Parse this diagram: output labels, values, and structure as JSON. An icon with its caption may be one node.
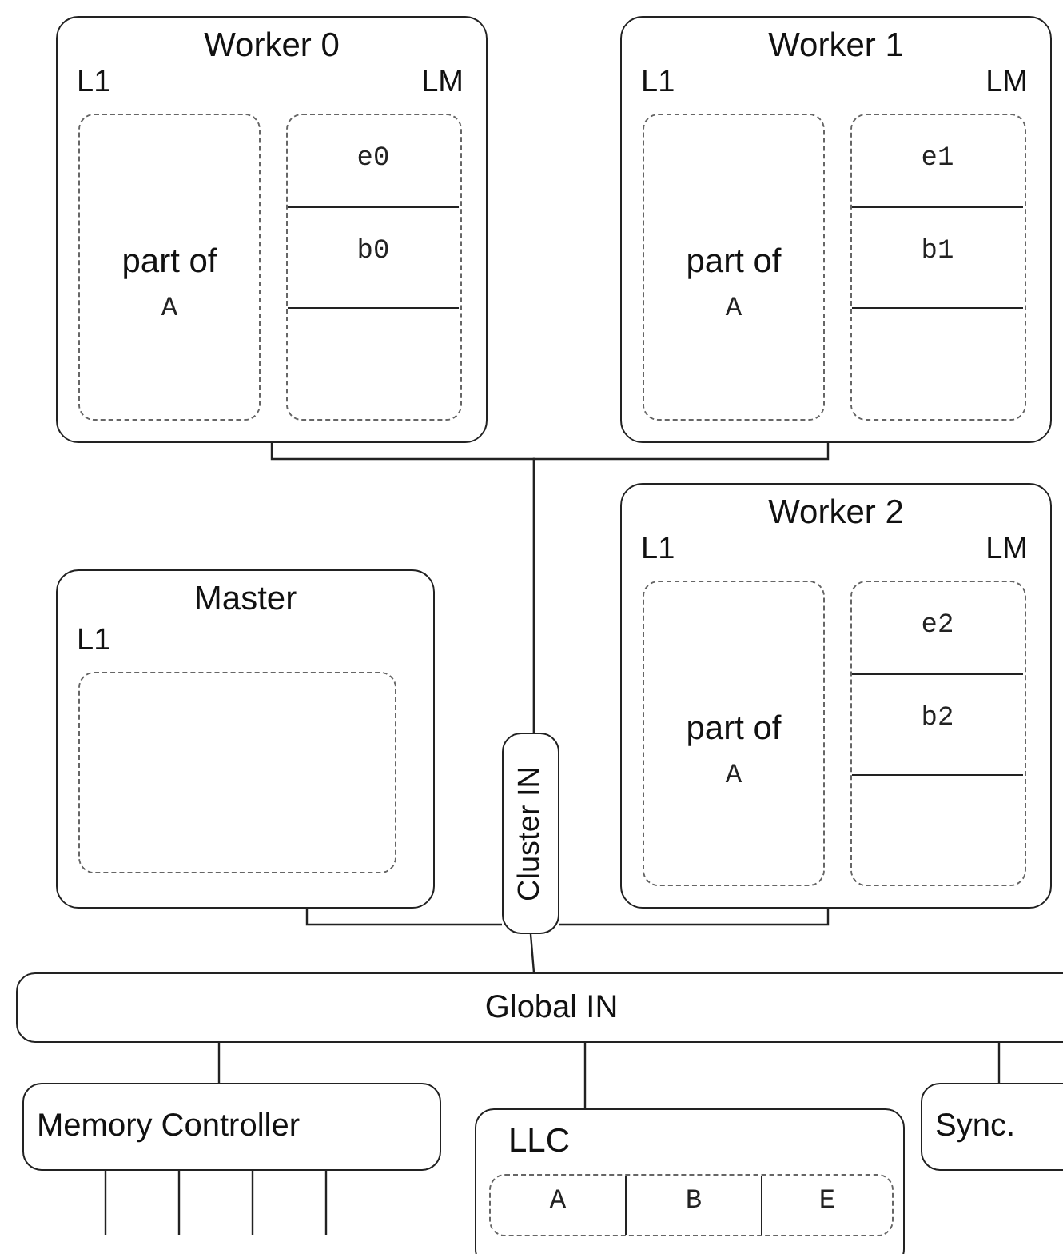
{
  "diagram": {
    "nodes": [
      {
        "text": [
          "Worker 0"
        ]
      },
      {
        "text": [
          "L1",
          "part of",
          "A"
        ],
        "in": 0
      },
      {
        "text": [
          "LM"
        ],
        "in": 0
      },
      {
        "text": [
          "e0"
        ],
        "in": 2
      },
      {
        "text": [
          "b0"
        ],
        "in": 2
      },
      {
        "text": [],
        "shape": "box",
        "in": 2
      },
      {
        "text": [
          "Worker 1"
        ]
      },
      {
        "text": [
          "L1",
          "part of",
          "A"
        ],
        "in": 6
      },
      {
        "text": [
          "LM"
        ],
        "in": 6
      },
      {
        "text": [
          "e1"
        ],
        "in": 8
      },
      {
        "text": [
          "b1"
        ],
        "in": 8
      },
      {
        "text": [],
        "shape": "box",
        "in": 8
      },
      {
        "text": [
          "Worker 2"
        ]
      },
      {
        "text": [
          "L1",
          "part of",
          "A"
        ],
        "in": 12
      },
      {
        "text": [
          "LM"
        ],
        "in": 12
      },
      {
        "text": [
          "e2"
        ],
        "in": 14
      },
      {
        "text": [
          "b2"
        ],
        "in": 14
      },
      {
        "text": [],
        "shape": "box",
        "in": 14
      },
      {
        "text": [
          "Master"
        ]
      },
      {
        "text": [
          "L1"
        ],
        "in": 18
      },
      {
        "text": [
          "Cluster IN"
        ]
      },
      {
        "text": [
          "Global IN"
        ]
      },
      {
        "text": [
          "Memory Controller"
        ]
      },
      {
        "text": [
          "LLC"
        ]
      },
      {
        "text": [],
        "shape": "box",
        "in": 23
      },
      {
        "text": [
          "A"
        ],
        "in": 24
      },
      {
        "text": [
          "B"
        ],
        "in": 24
      },
      {
        "text": [
          "E"
        ],
        "in": 24
      },
      {
        "text": [
          "Sync."
        ]
      }
    ],
    "edges": [
      {
        "from": 0,
        "to": 20,
        "arrow": "none"
      },
      {
        "from": 6,
        "to": 20,
        "arrow": "none"
      },
      {
        "from": 12,
        "to": 20,
        "arrow": "none"
      },
      {
        "from": 18,
        "to": 20,
        "arrow": "none"
      },
      {
        "from": 20,
        "to": 21,
        "arrow": "none"
      },
      {
        "from": 21,
        "to": 22,
        "arrow": "none"
      },
      {
        "from": 21,
        "to": 23,
        "arrow": "none"
      },
      {
        "from": 21,
        "to": 28,
        "arrow": "none"
      },
      {
        "from": 22,
        "to": null,
        "arrow": "none"
      },
      {
        "from": 22,
        "to": null,
        "arrow": "none"
      },
      {
        "from": 22,
        "to": null,
        "arrow": "none"
      },
      {
        "from": 22,
        "to": null,
        "arrow": "none"
      }
    ]
  }
}
